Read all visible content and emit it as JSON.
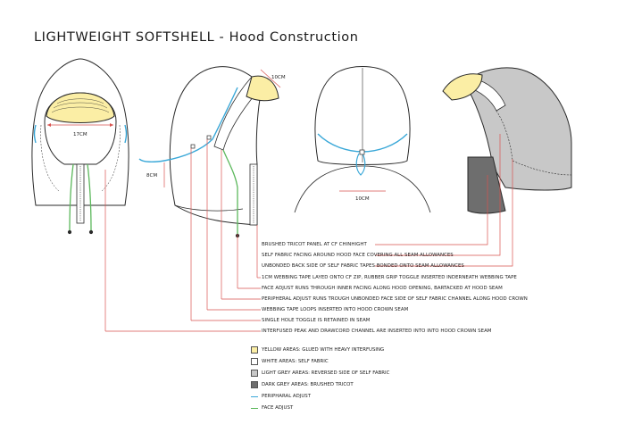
{
  "title": "LIGHTWEIGHT SOFTSHELL - Hood Construction",
  "dimensions": {
    "front_width": "17CM",
    "side_depth": "8CM",
    "peak_depth": "10CM",
    "back_width": "10CM"
  },
  "callouts": [
    "BRUSHED TRICOT PANEL AT CF CHINHIGHT",
    "SELF FABRIC FACING AROUND HOOD FACE COVERING ALL SEAM ALLOWANCES",
    "UNBONDED BACK SIDE OF SELF FABRIC TAPES BONDED ONTO SEAM ALLOWANCES",
    "1CM WEBBING TAPE LAYED ONTO CF ZIP, RUBBER GRIP TOGGLE INSERTED INDERNEATH WEBBING TAPE",
    "FACE ADJUST RUNS THROUGH INNER FACING ALONG HOOD OPENING, BARTACKED AT HOOD SEAM",
    "PERIPHERAL ADJUST RUNS TROUGH UNBONDED FACE SIDE OF SELF FABRIC CHANNEL ALONG HOOD CROWN",
    "WEBBING TAPE LOOPS INSERTED INTO HOOD CROWN SEAM",
    "SINGLE HOLE TOGGLE IS RETAINED IN SEAM",
    "INTERFUSED PEAK AND DRAWCORD CHANNEL ARE INSERTED INTO INTO HOOD CROWN SEAM"
  ],
  "legend": [
    {
      "label": "YELLOW AREAS: GLUED WITH HEAVY INTERFUSING",
      "kind": "box",
      "color": "#fbeea5"
    },
    {
      "label": "WHITE AREAS: SELF FABRIC",
      "kind": "box",
      "color": "#ffffff"
    },
    {
      "label": "LIGHT GREY AREAS: REVERSED SIDE OF SELF FABRIC",
      "kind": "box",
      "color": "#c8c8c8"
    },
    {
      "label": "DARK GREY AREAS: BRUSHED TRICOT",
      "kind": "box",
      "color": "#6e6e6e"
    },
    {
      "label": "PERIPHARAL ADJUST",
      "kind": "line",
      "color": "#3aa8d8"
    },
    {
      "label": "FACE ADJUST",
      "kind": "line",
      "color": "#5cb85c"
    }
  ],
  "colors": {
    "leader": "#d9534f",
    "outline": "#2a2a2a",
    "yellow": "#fbeea5",
    "light_grey": "#c8c8c8",
    "dark_grey": "#6e6e6e",
    "peripheral": "#3aa8d8",
    "face": "#5cb85c"
  }
}
